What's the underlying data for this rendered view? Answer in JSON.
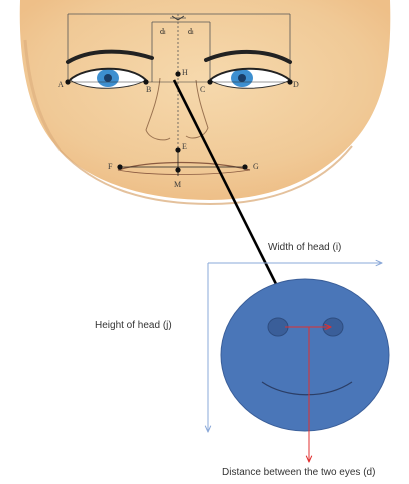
{
  "face_points": {
    "A": "A",
    "B": "B",
    "C": "C",
    "D": "D",
    "H": "H",
    "E": "E",
    "F": "F",
    "G": "G",
    "M": "M"
  },
  "distance_labels": {
    "d_left": "d",
    "d_left_sub": "i",
    "d_right": "d",
    "d_right_sub": "i"
  },
  "labels": {
    "width": "Width of head (i)",
    "height": "Height of head (j)",
    "distance": "Distance between the two eyes (d)"
  },
  "colors": {
    "skin": "#f2cfa0",
    "iris": "#3d8fd0",
    "smiley_fill": "#4a76b8",
    "smiley_eye": "#3a5e99",
    "smiley_mouth": "#2b3e66",
    "measure_line": "#8aa8d8",
    "eye_distance_line": "#e03030",
    "pointer_arrow": "#000000"
  }
}
